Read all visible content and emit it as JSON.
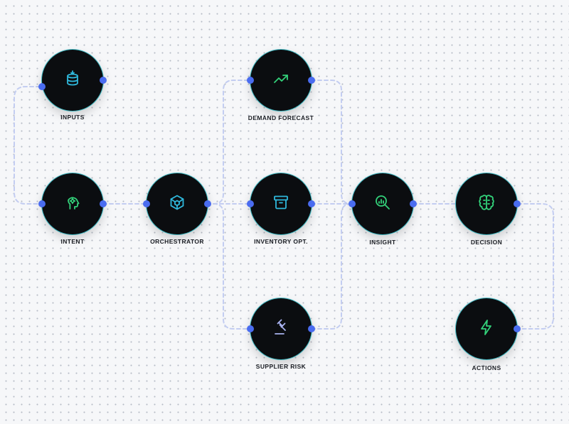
{
  "colors": {
    "canvas_bg": "#f6f7f9",
    "node_fill": "#0b0d10",
    "node_ring": "#3fb8c2",
    "port": "#4a6cf0",
    "edge": "#c3cdf1",
    "icon_cyan": "#2fb8dc",
    "icon_green": "#33d17a",
    "icon_lavender": "#a9b2f0"
  },
  "nodes": {
    "inputs": {
      "label": "INPUTS",
      "icon": "database-download-icon",
      "icon_color": "#2fb8dc"
    },
    "intent": {
      "label": "INTENT",
      "icon": "head-gear-icon",
      "icon_color": "#33d17a"
    },
    "orchestrator": {
      "label": "ORCHESTRATOR",
      "icon": "hexagon-cube-icon",
      "icon_color": "#2fb8dc"
    },
    "demand": {
      "label": "DEMAND FORECAST",
      "icon": "trending-up-icon",
      "icon_color": "#33d17a"
    },
    "inventory": {
      "label": "INVENTORY OPT.",
      "icon": "archive-box-icon",
      "icon_color": "#2fb8dc"
    },
    "supplier": {
      "label": "SUPPLIER RISK",
      "icon": "gavel-icon",
      "icon_color": "#a9b2f0"
    },
    "insight": {
      "label": "INSIGHT",
      "icon": "magnifier-chart-icon",
      "icon_color": "#33d17a"
    },
    "decision": {
      "label": "DECISION",
      "icon": "brain-icon",
      "icon_color": "#33d17a"
    },
    "actions": {
      "label": "ACTIONS",
      "icon": "lightning-bolt-icon",
      "icon_color": "#33d17a"
    }
  },
  "edges": [
    {
      "from": "inputs",
      "to": "intent"
    },
    {
      "from": "intent",
      "to": "orchestrator"
    },
    {
      "from": "orchestrator",
      "to": "demand"
    },
    {
      "from": "orchestrator",
      "to": "inventory"
    },
    {
      "from": "orchestrator",
      "to": "supplier"
    },
    {
      "from": "demand",
      "to": "insight"
    },
    {
      "from": "inventory",
      "to": "insight"
    },
    {
      "from": "supplier",
      "to": "insight"
    },
    {
      "from": "insight",
      "to": "decision"
    },
    {
      "from": "decision",
      "to": "actions"
    }
  ]
}
